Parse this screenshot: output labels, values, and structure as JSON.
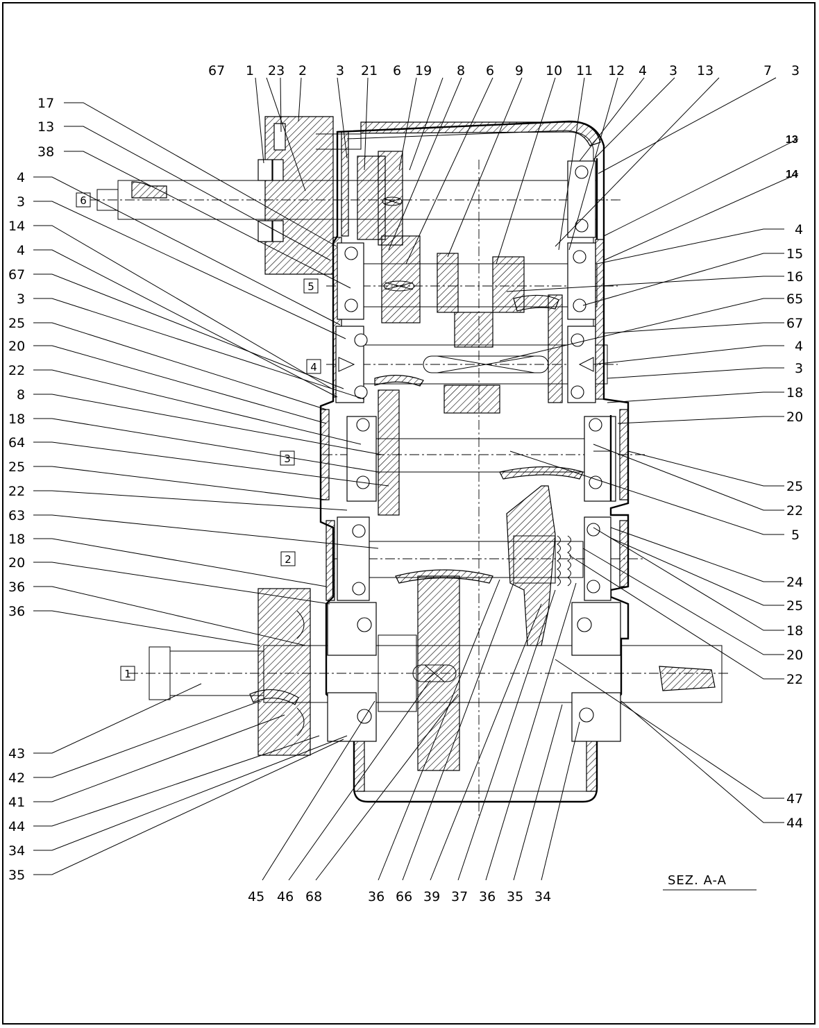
{
  "section_title": "SEZ. A-A",
  "labels_top": [
    "67",
    "1",
    "23",
    "2",
    "3",
    "21",
    "6",
    "19",
    "8",
    "6",
    "9",
    "10",
    "11",
    "12",
    "4",
    "3",
    "13",
    "7",
    "3"
  ],
  "labels_left": [
    "17",
    "13",
    "38",
    "4",
    "3",
    "14",
    "4",
    "67",
    "3",
    "25",
    "20",
    "22",
    "8",
    "18",
    "64",
    "25",
    "22",
    "63",
    "18",
    "20",
    "36",
    "36",
    "43",
    "42",
    "41",
    "44",
    "34",
    "35"
  ],
  "labels_right_bold": [
    "13",
    "14"
  ],
  "labels_right": [
    "4",
    "15",
    "16",
    "65",
    "67",
    "4",
    "3",
    "18",
    "20",
    "25",
    "22",
    "5",
    "24",
    "25",
    "18",
    "20",
    "22",
    "47",
    "44"
  ],
  "labels_bottom": [
    "45",
    "46",
    "68",
    "36",
    "66",
    "39",
    "37",
    "36",
    "35",
    "34"
  ],
  "shaft_ids": [
    "6",
    "5",
    "4",
    "3",
    "2",
    "1"
  ]
}
